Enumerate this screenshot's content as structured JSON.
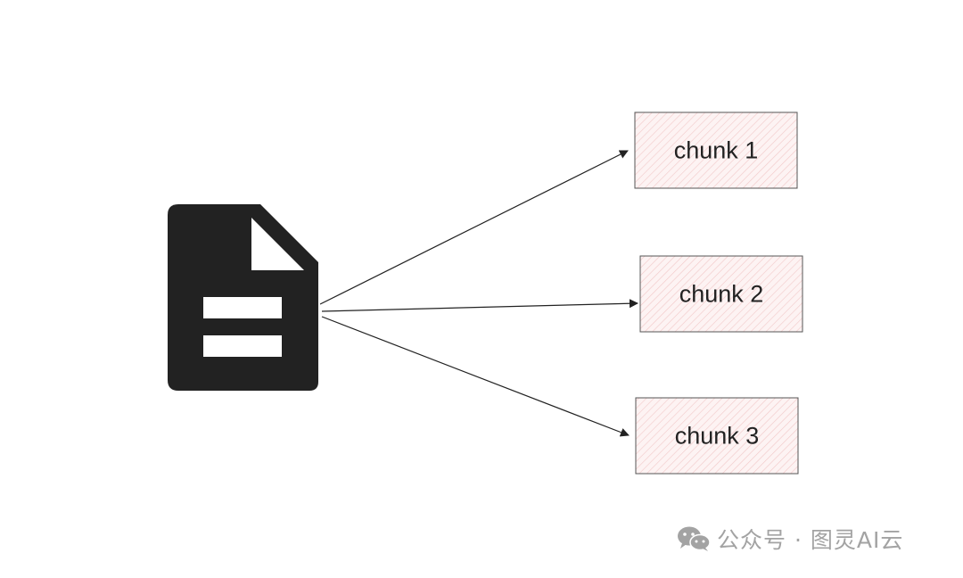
{
  "chunks": [
    {
      "label": "chunk 1"
    },
    {
      "label": "chunk 2"
    },
    {
      "label": "chunk 3"
    }
  ],
  "watermark": {
    "text": "公众号 · 图灵AI云",
    "icon": "wechat-icon"
  },
  "colors": {
    "document": "#222222",
    "chunk_fill": "#fdf3f3",
    "chunk_hatch": "#f2c8c8",
    "chunk_border": "#555555",
    "arrow": "#222222",
    "watermark": "#a3a3a3"
  },
  "icons": {
    "source": "document-icon"
  }
}
